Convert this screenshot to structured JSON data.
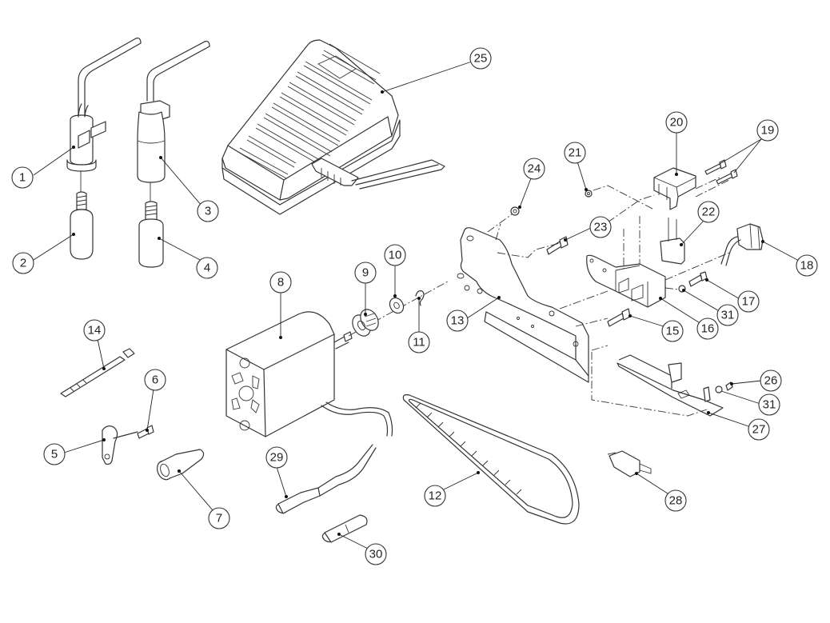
{
  "diagram": {
    "type": "exploded-parts-diagram",
    "background": "#ffffff",
    "line_color": "#333333",
    "parts": [
      {
        "id": "1",
        "label": "1"
      },
      {
        "id": "2",
        "label": "2"
      },
      {
        "id": "3",
        "label": "3"
      },
      {
        "id": "4",
        "label": "4"
      },
      {
        "id": "5",
        "label": "5"
      },
      {
        "id": "6",
        "label": "6"
      },
      {
        "id": "7",
        "label": "7"
      },
      {
        "id": "8",
        "label": "8"
      },
      {
        "id": "9",
        "label": "9"
      },
      {
        "id": "10",
        "label": "10"
      },
      {
        "id": "11",
        "label": "11"
      },
      {
        "id": "12",
        "label": "12"
      },
      {
        "id": "13",
        "label": "13"
      },
      {
        "id": "14",
        "label": "14"
      },
      {
        "id": "15",
        "label": "15"
      },
      {
        "id": "16",
        "label": "16"
      },
      {
        "id": "17",
        "label": "17"
      },
      {
        "id": "18",
        "label": "18"
      },
      {
        "id": "19",
        "label": "19"
      },
      {
        "id": "20",
        "label": "20"
      },
      {
        "id": "21",
        "label": "21"
      },
      {
        "id": "22",
        "label": "22"
      },
      {
        "id": "23",
        "label": "23"
      },
      {
        "id": "24",
        "label": "24"
      },
      {
        "id": "25",
        "label": "25"
      },
      {
        "id": "26",
        "label": "26"
      },
      {
        "id": "27",
        "label": "27"
      },
      {
        "id": "28",
        "label": "28"
      },
      {
        "id": "29",
        "label": "29"
      },
      {
        "id": "30",
        "label": "30"
      },
      {
        "id": "31a",
        "label": "31"
      },
      {
        "id": "31b",
        "label": "31"
      }
    ]
  }
}
